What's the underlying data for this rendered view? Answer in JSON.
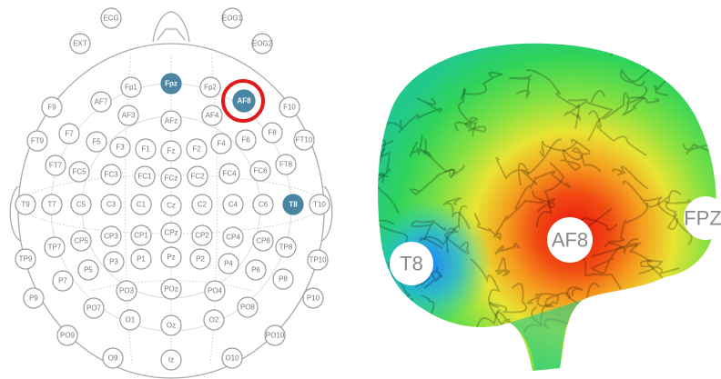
{
  "electrode_map": {
    "electrodes": [
      "ECG",
      "EOG1",
      "EXT",
      "EOG2",
      "Fp1",
      "Fpz",
      "Fp2",
      "AF8",
      "F9",
      "AF7",
      "AF3",
      "AFz",
      "AF4",
      "F10",
      "FT9",
      "F7",
      "F5",
      "F3",
      "F1",
      "Fz",
      "F2",
      "F4",
      "F6",
      "F8",
      "FT10",
      "FT7",
      "FC5",
      "FC3",
      "FC1",
      "FCz",
      "FC2",
      "FC4",
      "FC6",
      "FT8",
      "T9",
      "T7",
      "C5",
      "C3",
      "C1",
      "Cz",
      "C2",
      "C4",
      "C6",
      "T8",
      "T10",
      "TP7",
      "CP5",
      "CP3",
      "CP1",
      "CPz",
      "CP2",
      "CP4",
      "CP6",
      "TP8",
      "TP9",
      "P5",
      "P3",
      "P1",
      "Pz",
      "P2",
      "P4",
      "P6",
      "TP10",
      "P7",
      "P8",
      "P9",
      "PO3",
      "POz",
      "PO4",
      "P10",
      "PO7",
      "PO8",
      "O1",
      "Oz",
      "O2",
      "PO9",
      "PO10",
      "O9",
      "Iz",
      "O10"
    ],
    "active_electrodes": [
      "Fpz",
      "AF8",
      "T8"
    ],
    "highlighted_electrode": "AF8",
    "active_color": "#4a86a3",
    "highlight_ring_color": "#e01b1b"
  },
  "brain_render": {
    "labels": [
      "AF8",
      "T8",
      "FPZ"
    ],
    "colormap": [
      "#1e90ff",
      "#19d3c5",
      "#2fd35a",
      "#e6e633",
      "#f59a1e",
      "#ee1c1c"
    ]
  }
}
